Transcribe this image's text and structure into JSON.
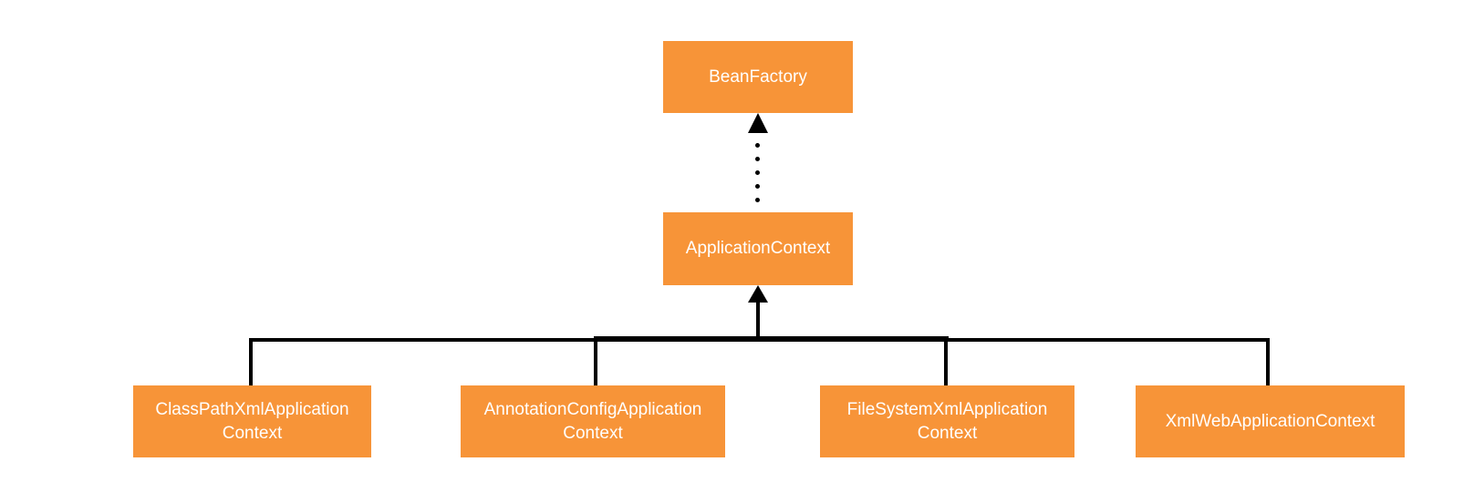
{
  "colors": {
    "background": "#FFFFFF",
    "node_fill": "#F79438",
    "node_text": "#FFFFFF",
    "connector": "#000000"
  },
  "nodes": {
    "bean_factory": {
      "label": "BeanFactory"
    },
    "application_context": {
      "label": "ApplicationContext"
    },
    "children": [
      {
        "label": "ClassPathXmlApplication\nContext"
      },
      {
        "label": "AnnotationConfigApplication\nContext"
      },
      {
        "label": "FileSystemXmlApplication\nContext"
      },
      {
        "label": "XmlWebApplicationContext"
      }
    ]
  },
  "edges": [
    {
      "from": "ApplicationContext",
      "to": "BeanFactory",
      "line_style": "dotted",
      "head": "filled-triangle-up"
    },
    {
      "from": "child-contexts-bus",
      "to": "ApplicationContext",
      "line_style": "solid",
      "head": "filled-triangle-up"
    }
  ]
}
